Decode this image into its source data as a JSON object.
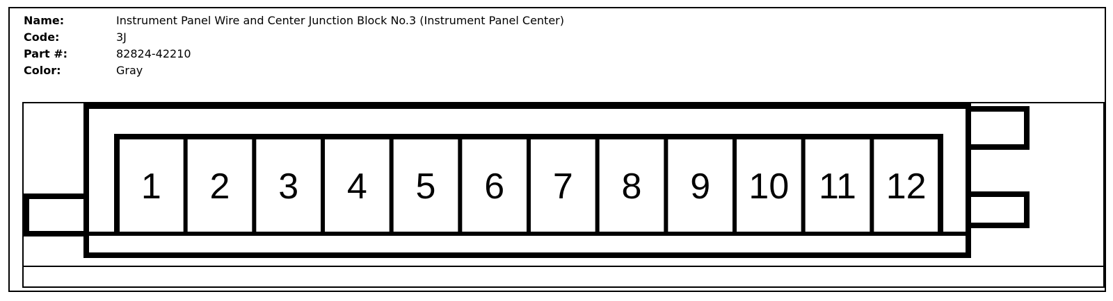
{
  "info": {
    "name_label": "Name:",
    "name_value": "Instrument Panel Wire and Center Junction Block No.3 (Instrument Panel Center)",
    "code_label": "Code:",
    "code_value": "3J",
    "part_label": "Part #:",
    "part_value": "82824-42210",
    "color_label": "Color:",
    "color_value": "Gray"
  },
  "connector": {
    "pins": [
      "1",
      "2",
      "3",
      "4",
      "5",
      "6",
      "7",
      "8",
      "9",
      "10",
      "11",
      "12"
    ]
  }
}
